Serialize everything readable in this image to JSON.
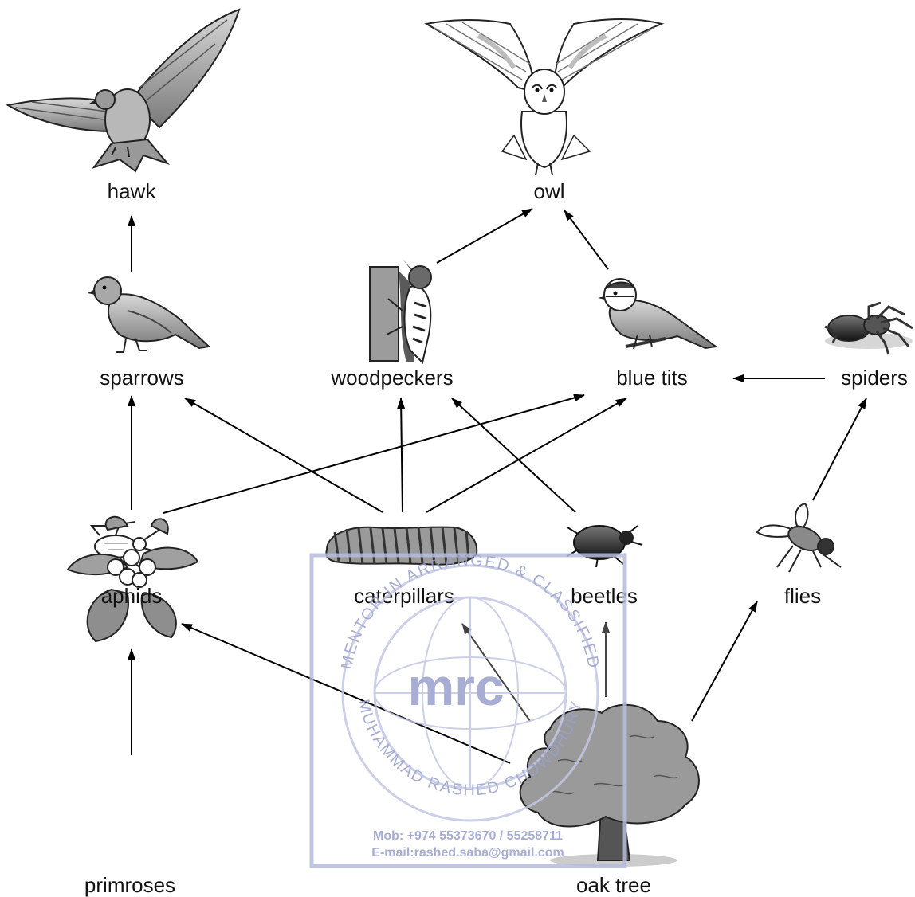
{
  "organisms": {
    "hawk": "hawk",
    "owl": "owl",
    "sparrows": "sparrows",
    "woodpeckers": "woodpeckers",
    "blue_tits": "blue tits",
    "spiders": "spiders",
    "aphids": "aphids",
    "caterpillars": "caterpillars",
    "beetles": "beetles",
    "flies": "flies",
    "primroses": "primroses",
    "oak_tree": "oak tree"
  },
  "feeding_links": [
    {
      "from": "sparrows",
      "to": "hawk"
    },
    {
      "from": "woodpeckers",
      "to": "owl"
    },
    {
      "from": "blue tits",
      "to": "owl"
    },
    {
      "from": "spiders",
      "to": "blue tits"
    },
    {
      "from": "aphids",
      "to": "sparrows"
    },
    {
      "from": "aphids",
      "to": "blue tits"
    },
    {
      "from": "caterpillars",
      "to": "sparrows"
    },
    {
      "from": "caterpillars",
      "to": "woodpeckers"
    },
    {
      "from": "caterpillars",
      "to": "blue tits"
    },
    {
      "from": "beetles",
      "to": "woodpeckers"
    },
    {
      "from": "flies",
      "to": "spiders"
    },
    {
      "from": "primroses",
      "to": "aphids"
    },
    {
      "from": "oak tree",
      "to": "aphids"
    },
    {
      "from": "oak tree",
      "to": "caterpillars"
    },
    {
      "from": "oak tree",
      "to": "beetles"
    },
    {
      "from": "oak tree",
      "to": "flies"
    }
  ],
  "watermark": {
    "ring_top": "MENTOR IN ARRANGED & CLASSIFIED",
    "ring_bottom": "MUHAMMAD RASHED CHOWDHURY",
    "logo": "mrc",
    "mobile": "Mob:  +974 55373670 / 55258711",
    "email": "E-mail:rashed.saba@gmail.com"
  }
}
